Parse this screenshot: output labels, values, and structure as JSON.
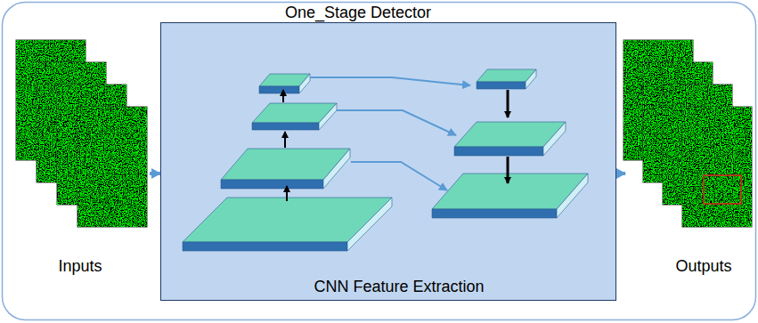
{
  "diagram": {
    "nodes": [
      {
        "text": [
          "Inputs"
        ]
      },
      {
        "text": [
          "One_Stage Detector",
          "CNN Feature Extraction"
        ]
      },
      {
        "text": [
          "Outputs"
        ]
      }
    ],
    "edges": [
      {
        "from": 0,
        "to": 1,
        "arrow": "to"
      },
      {
        "from": 1,
        "to": 2,
        "arrow": "to"
      }
    ]
  }
}
